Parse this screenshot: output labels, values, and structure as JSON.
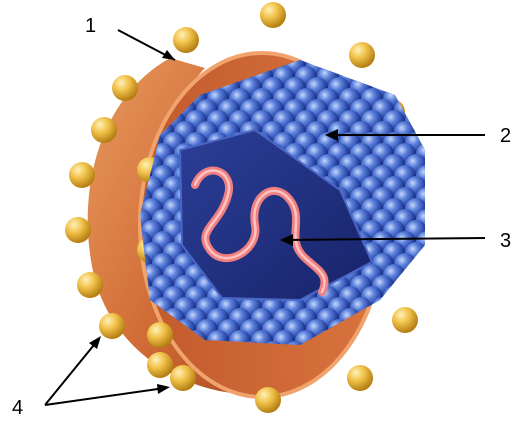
{
  "labels": {
    "one": "1",
    "two": "2",
    "three": "3",
    "four": "4"
  },
  "colors": {
    "envelope_outer": "#d97a3e",
    "envelope_inner": "#b9542a",
    "envelope_rim": "#e9925a",
    "spike": "#e7b43a",
    "spike_highlight": "#fbe08a",
    "capsid_sphere": "#3d63c8",
    "capsid_dark": "#152a7a",
    "capsid_light": "#a9c0f2",
    "core_face": "#1f2f80",
    "rna_strand": "#f08080",
    "leader_line": "#000000"
  }
}
